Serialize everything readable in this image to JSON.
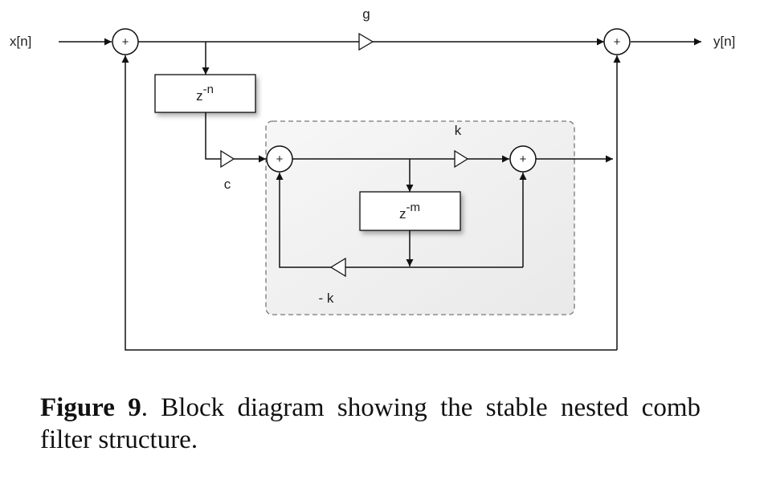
{
  "diagram": {
    "input_label": "x[n]",
    "output_label": "y[n]",
    "gain_g": "g",
    "gain_c": "c",
    "gain_k": "k",
    "gain_neg_k": "- k",
    "delay_outer_base": "z",
    "delay_outer_exp": "-n",
    "delay_inner_base": "z",
    "delay_inner_exp": "-m",
    "sum_symbol": "+"
  },
  "caption": {
    "label": "Figure 9",
    "text": ". Block diagram showing the stable nested comb filter structure."
  }
}
